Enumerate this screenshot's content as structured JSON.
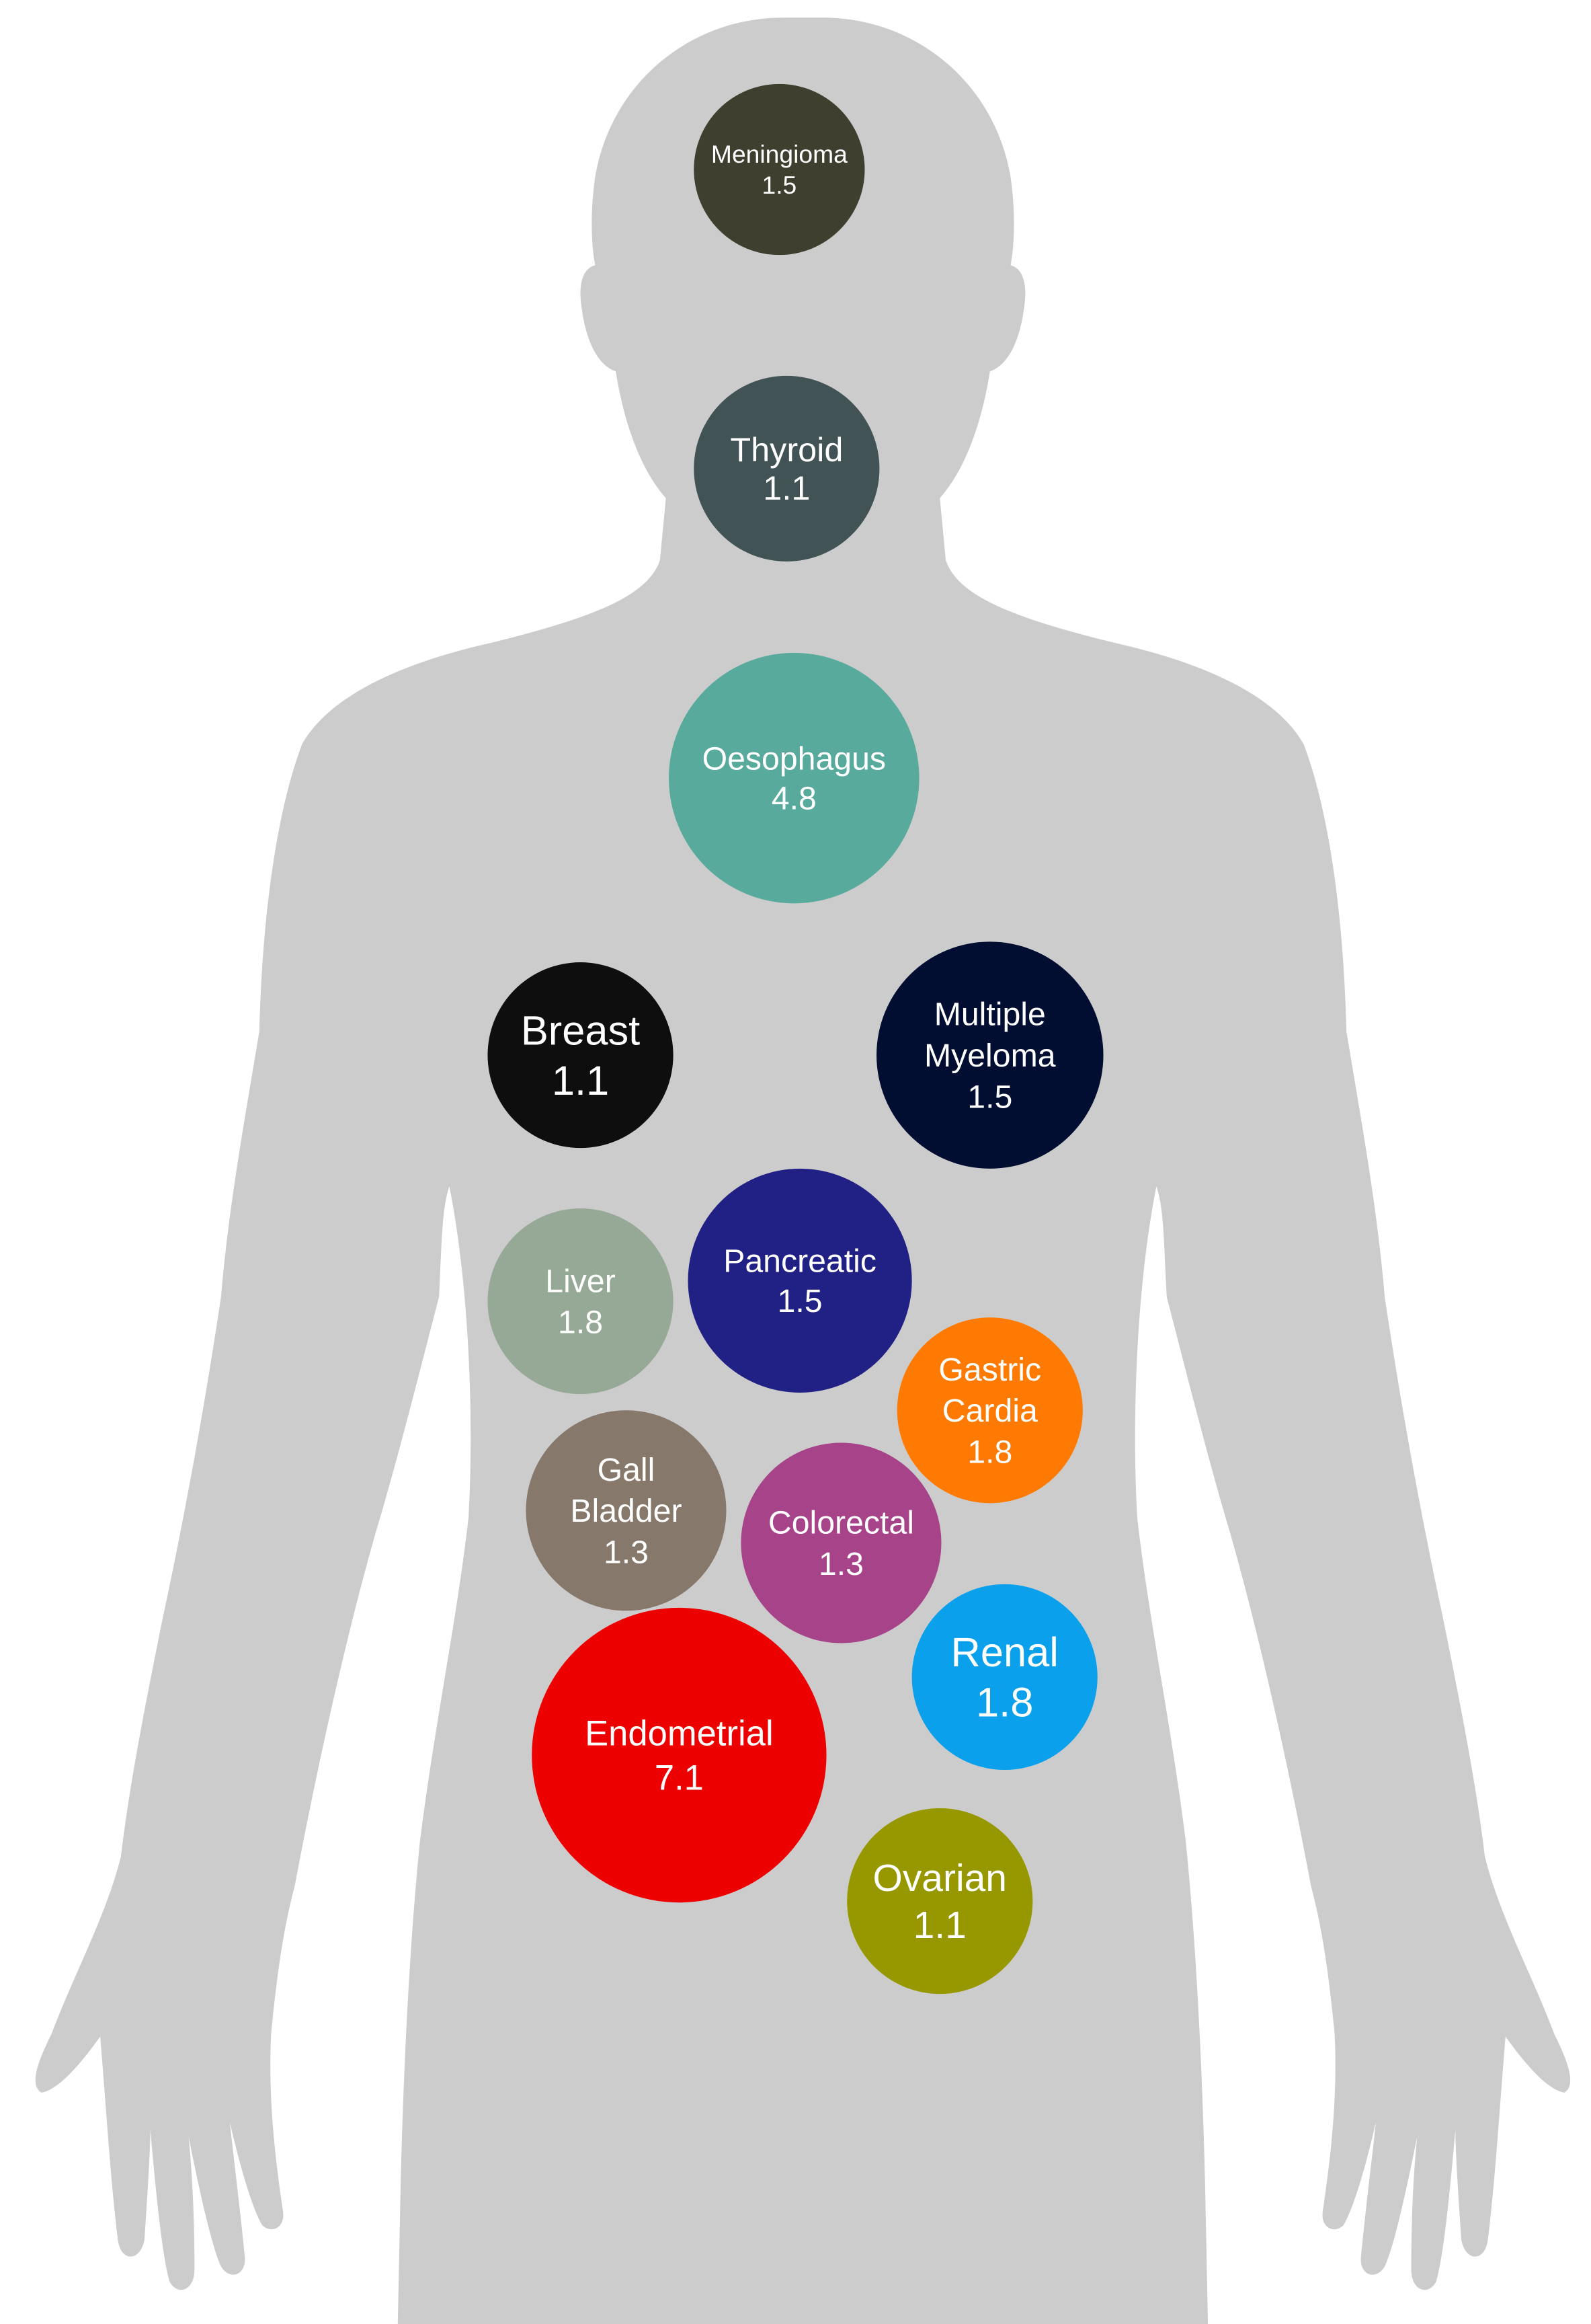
{
  "figure": {
    "silhouette_color": "#cccccc",
    "background_color": "#ffffff",
    "label_color": "#ffffff"
  },
  "sites": [
    {
      "id": "meningioma",
      "lines": [
        "Meningioma",
        "1.5"
      ],
      "value": 1.5,
      "color": "#3f3f30"
    },
    {
      "id": "thyroid",
      "lines": [
        "Thyroid",
        "1.1"
      ],
      "value": 1.1,
      "color": "#425355"
    },
    {
      "id": "oesophagus",
      "lines": [
        "Oesophagus",
        "4.8"
      ],
      "value": 4.8,
      "color": "#58ab9c"
    },
    {
      "id": "breast",
      "lines": [
        "Breast",
        "1.1"
      ],
      "value": 1.1,
      "color": "#0e0e0e"
    },
    {
      "id": "multiple-myeloma",
      "lines": [
        "Multiple",
        "Myeloma",
        "1.5"
      ],
      "value": 1.5,
      "color": "#010e31"
    },
    {
      "id": "liver",
      "lines": [
        "Liver",
        "1.8"
      ],
      "value": 1.8,
      "color": "#96a996"
    },
    {
      "id": "pancreatic",
      "lines": [
        "Pancreatic",
        "1.5"
      ],
      "value": 1.5,
      "color": "#212084"
    },
    {
      "id": "gastric-cardia",
      "lines": [
        "Gastric",
        "Cardia",
        "1.8"
      ],
      "value": 1.8,
      "color": "#fe7a02"
    },
    {
      "id": "gall-bladder",
      "lines": [
        "Gall",
        "Bladder",
        "1.3"
      ],
      "value": 1.3,
      "color": "#86786a"
    },
    {
      "id": "colorectal",
      "lines": [
        "Colorectal",
        "1.3"
      ],
      "value": 1.3,
      "color": "#a74389"
    },
    {
      "id": "renal",
      "lines": [
        "Renal",
        "1.8"
      ],
      "value": 1.8,
      "color": "#0ba0eb"
    },
    {
      "id": "endometrial",
      "lines": [
        "Endometrial",
        "7.1"
      ],
      "value": 7.1,
      "color": "#ec0000"
    },
    {
      "id": "ovarian",
      "lines": [
        "Ovarian",
        "1.1"
      ],
      "value": 1.1,
      "color": "#979700"
    }
  ]
}
